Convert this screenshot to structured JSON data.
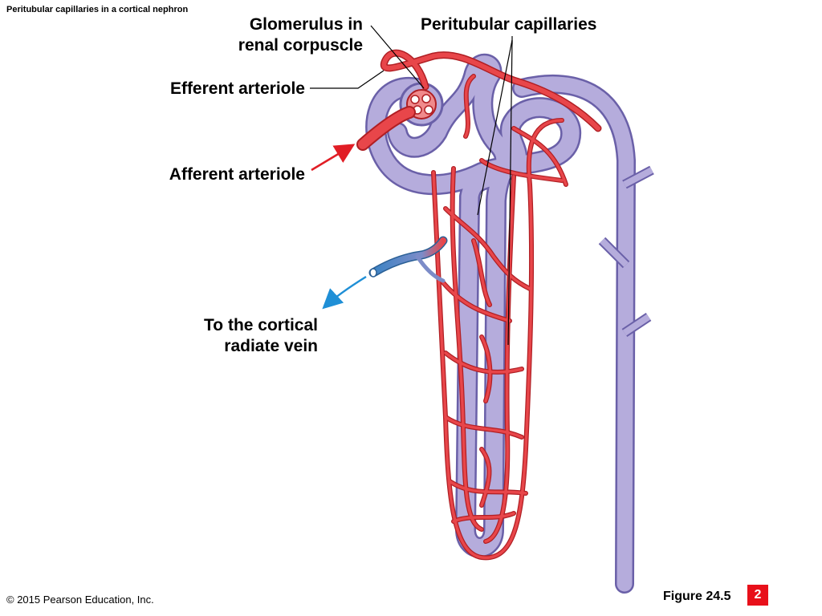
{
  "header": {
    "title": "Peritubular capillaries in a cortical nephron"
  },
  "labels": {
    "glomerulus_line1": "Glomerulus in",
    "glomerulus_line2": "renal corpuscle",
    "peritubular": "Peritubular capillaries",
    "efferent": "Efferent arteriole",
    "afferent": "Afferent arteriole",
    "vein_line1": "To the cortical",
    "vein_line2": "radiate vein"
  },
  "footer": {
    "copyright": "© 2015 Pearson Education, Inc.",
    "figure": "Figure 24.5",
    "page_badge": "2"
  },
  "colors": {
    "tubule": "#b5acdc",
    "tubule_edge": "#6a60a8",
    "artery": "#e8464a",
    "artery_edge": "#b01f24",
    "vein_blue": "#3c83c4",
    "arrow_red": "#e11d25",
    "arrow_blue": "#1f8fd6"
  }
}
